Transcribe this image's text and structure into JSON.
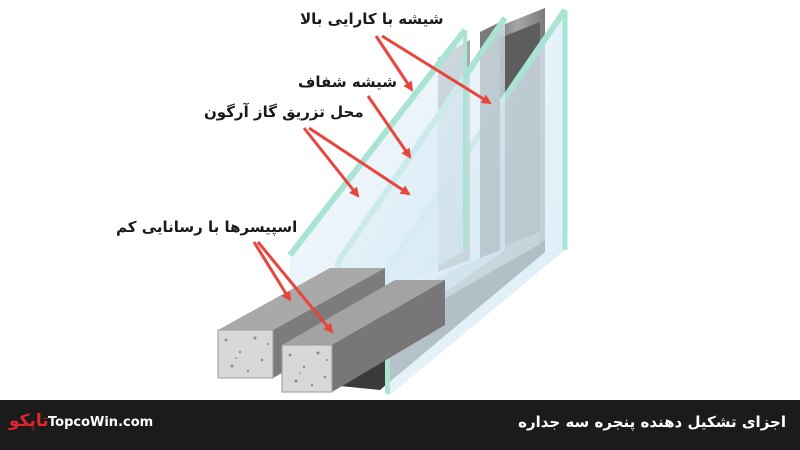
{
  "labels": {
    "low_e_glass": "شیشه با کارایی بالا",
    "clear_glass": "شیشه شفاف",
    "argon_gas": "محل تزریق گاز آرگون",
    "spacers": "اسپیسرها با رسانایی کم"
  },
  "footer": {
    "title": "اجزای تشکیل دهنده پنجره سه جداره",
    "site": "TopcoWin.com",
    "logo_text": "تاپکو"
  },
  "colors": {
    "arrow": "#e8453c",
    "glass_edge": "#a8e3d4",
    "glass_face": "#dceef8",
    "frame_metal": "#8c8c8c",
    "footer_bg": "#1b1b1b",
    "logo": "#e0262b"
  }
}
